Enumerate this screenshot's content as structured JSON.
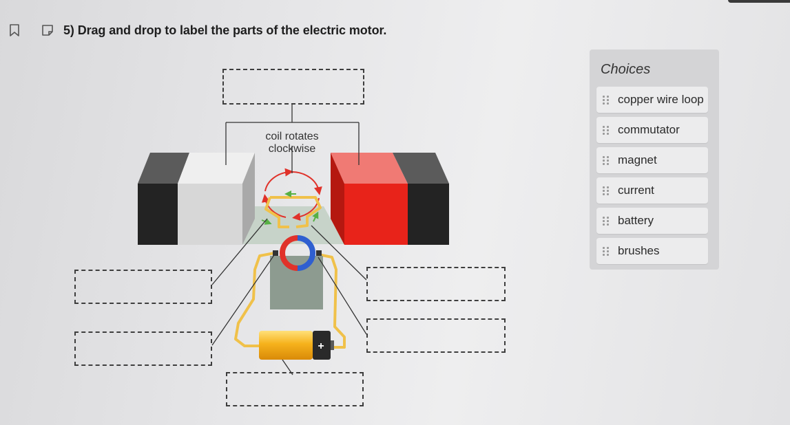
{
  "question": {
    "number_title": "5) Drag and drop to label the parts of the electric motor."
  },
  "diagram": {
    "coil_label_line1": "coil rotates",
    "coil_label_line2": "clockwise",
    "battery_plus": "+",
    "colors": {
      "left_magnet_front": "#d7d7d7",
      "left_magnet_dark": "#232323",
      "right_magnet_front": "#e8231a",
      "right_magnet_dark": "#232323",
      "wire": "#f0c14a",
      "commutator_red": "#e0322a",
      "commutator_blue": "#2f5fd0"
    }
  },
  "choices": {
    "title": "Choices",
    "items": [
      {
        "label": "copper wire loop"
      },
      {
        "label": "commutator"
      },
      {
        "label": "magnet"
      },
      {
        "label": "current"
      },
      {
        "label": "battery"
      },
      {
        "label": "brushes"
      }
    ]
  }
}
